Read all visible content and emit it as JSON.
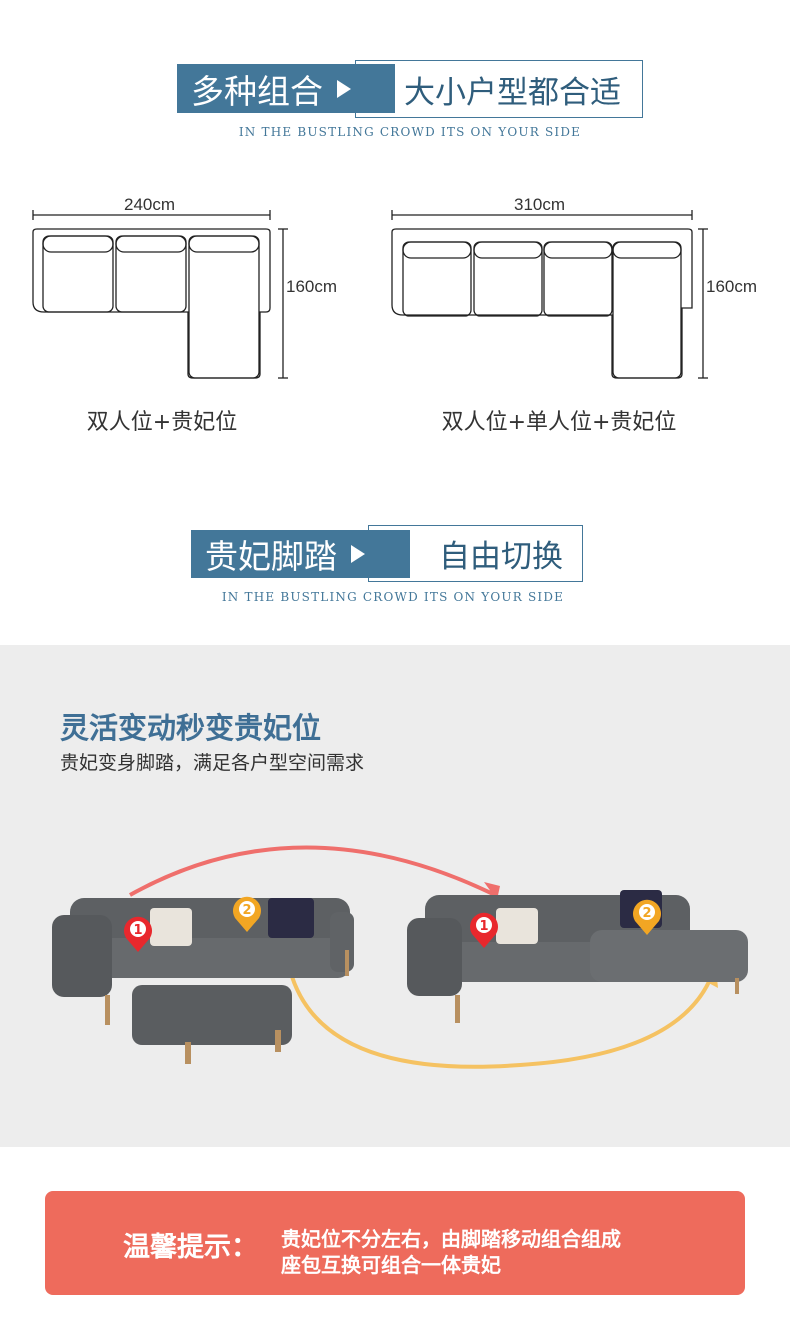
{
  "section1": {
    "title_highlight": "多种组合",
    "title_rest": "大小户型都合适",
    "subtitle": "IN THE BUSTLING CROWD ITS ON YOUR SIDE",
    "diagrams": [
      {
        "width_label": "240cm",
        "depth_label": "160cm",
        "caption": "双人位+贵妃位"
      },
      {
        "width_label": "310cm",
        "depth_label": "160cm",
        "caption": "双人位+单人位+贵妃位"
      }
    ]
  },
  "section2": {
    "title_highlight": "贵妃脚踏",
    "title_rest": "自由切换",
    "subtitle": "IN THE BUSTLING CROWD ITS ON YOUR SIDE"
  },
  "feature": {
    "title": "灵活变动秒变贵妃位",
    "subtitle": "贵妃变身脚踏，满足各户型空间需求",
    "markers": [
      "1",
      "2"
    ],
    "colors": {
      "marker1": "#e8282d",
      "marker2": "#f2a623",
      "arrow_top": "#ef6f6c",
      "arrow_bottom": "#f5c262"
    }
  },
  "tip": {
    "label": "温馨提示：",
    "line1": "贵妃位不分左右，由脚踏移动组合组成",
    "line2": "座包互换可组合一体贵妃"
  }
}
